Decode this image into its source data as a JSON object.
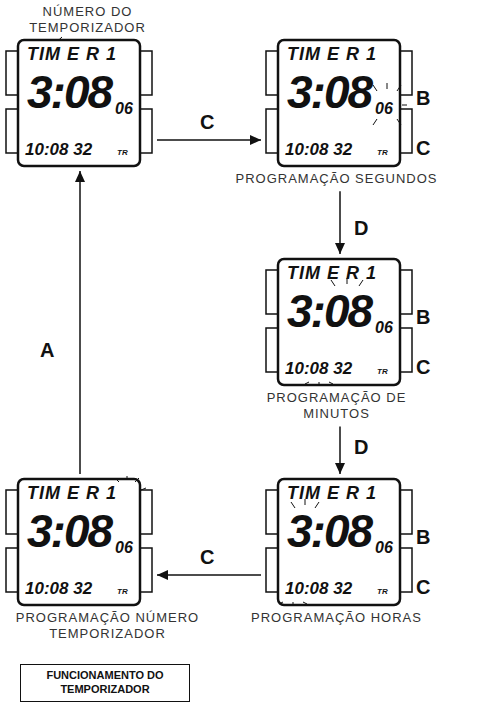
{
  "diagram": {
    "nodes": [
      {
        "text": [
          "TIM E R 1",
          "3:08",
          "06",
          "10:08 32",
          "TR"
        ]
      },
      {
        "text": [
          "TIM E R 1",
          "3:08",
          "06",
          "10:08 32",
          "TR",
          "PROGRAMAÇÃO SEGUNDOS"
        ]
      },
      {
        "text": [
          "TIM E R 1",
          "3:08",
          "06",
          "10:08 32",
          "TR",
          "PROGRAMAÇÃO DE MINUTOS"
        ]
      },
      {
        "text": [
          "TIM E R 1",
          "3:08",
          "06",
          "10:08 32",
          "TR",
          "PROGRAMAÇÃO HORAS"
        ]
      },
      {
        "text": [
          "TIM E R 1",
          "3:08",
          "06",
          "10:08 32",
          "TR",
          "PROGRAMAÇÃO NÚMERO TEMPORIZADOR"
        ]
      },
      {
        "text": [
          "FUNCIONAMENTO DO TEMPORIZADOR"
        ]
      }
    ],
    "edges": [
      {
        "from": 0,
        "to": 1,
        "label": "C",
        "arrow": "to"
      },
      {
        "from": 1,
        "to": 2,
        "label": "D",
        "arrow": "to"
      },
      {
        "from": 2,
        "to": 3,
        "label": "D",
        "arrow": "to"
      },
      {
        "from": 3,
        "to": 4,
        "label": "C",
        "arrow": "to"
      },
      {
        "from": 4,
        "to": 0,
        "label": "A",
        "arrow": "to"
      }
    ],
    "labels": [
      "NÚMERO DO TEMPORIZADOR",
      "B",
      "C",
      "B",
      "C",
      "B",
      "C"
    ]
  }
}
